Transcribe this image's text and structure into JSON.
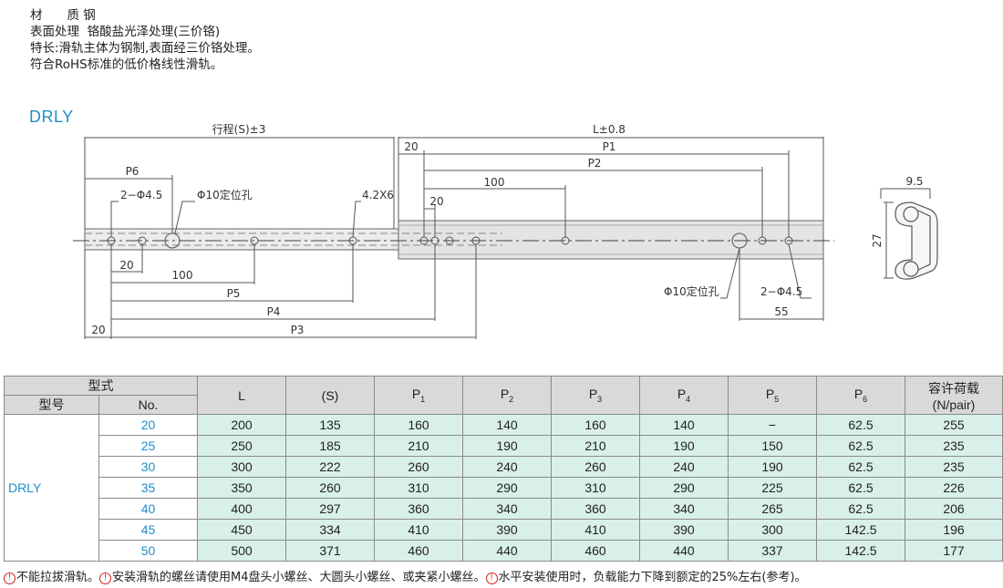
{
  "spec": {
    "material_label": "材　　质",
    "material_value": "钢",
    "surface_label": "表面处理",
    "surface_value": "铬酸盐光泽处理(三价铬)",
    "feature_text": "特长:滑轨主体为钢制,表面经三价铬处理。符合RoHS标准的低价格线性滑轨。"
  },
  "product_title": "DRLY",
  "drawing": {
    "stroke_label": "行程(S)±3",
    "L_label": "L±0.8",
    "d20_top": "20",
    "P1": "P1",
    "P2": "P2",
    "d100_top": "100",
    "d20_inner": "20",
    "P6": "P6",
    "hole_2phi_left": "2−Φ4.5",
    "hole_phi10_left": "Φ10定位孔",
    "hole_slot": "4.2X6",
    "d20_bottom": "20",
    "d100_bottom": "100",
    "P5": "P5",
    "P4": "P4",
    "P3": "P3",
    "d20_left": "20",
    "hole_phi10_right": "Φ10定位孔",
    "hole_2phi_right": "2−Φ4.5",
    "d55": "55",
    "section_width": "9.5",
    "section_height": "27"
  },
  "table": {
    "header_type": "型式",
    "header_model": "型号",
    "header_no": "No.",
    "columns": [
      "L",
      "(S)",
      "P",
      "P",
      "P",
      "P",
      "P",
      "P"
    ],
    "column_subs": [
      "",
      "",
      "1",
      "2",
      "3",
      "4",
      "5",
      "6"
    ],
    "load_header_1": "容许荷载",
    "load_header_2": "(N/pair)",
    "model": "DRLY",
    "rows": [
      {
        "no": "20",
        "L": "200",
        "S": "135",
        "P1": "160",
        "P2": "140",
        "P3": "160",
        "P4": "140",
        "P5": "−",
        "P6": "62.5",
        "load": "255"
      },
      {
        "no": "25",
        "L": "250",
        "S": "185",
        "P1": "210",
        "P2": "190",
        "P3": "210",
        "P4": "190",
        "P5": "150",
        "P6": "62.5",
        "load": "235"
      },
      {
        "no": "30",
        "L": "300",
        "S": "222",
        "P1": "260",
        "P2": "240",
        "P3": "260",
        "P4": "240",
        "P5": "190",
        "P6": "62.5",
        "load": "235"
      },
      {
        "no": "35",
        "L": "350",
        "S": "260",
        "P1": "310",
        "P2": "290",
        "P3": "310",
        "P4": "290",
        "P5": "225",
        "P6": "62.5",
        "load": "226"
      },
      {
        "no": "40",
        "L": "400",
        "S": "297",
        "P1": "360",
        "P2": "340",
        "P3": "360",
        "P4": "340",
        "P5": "265",
        "P6": "62.5",
        "load": "206"
      },
      {
        "no": "45",
        "L": "450",
        "S": "334",
        "P1": "410",
        "P2": "390",
        "P3": "410",
        "P4": "390",
        "P5": "300",
        "P6": "142.5",
        "load": "196"
      },
      {
        "no": "50",
        "L": "500",
        "S": "371",
        "P1": "460",
        "P2": "440",
        "P3": "460",
        "P4": "440",
        "P5": "337",
        "P6": "142.5",
        "load": "177"
      }
    ]
  },
  "notes": {
    "icon": "!",
    "n1": "不能拉拔滑轨。",
    "n2": "安装滑轨的螺丝请使用M4盘头小螺丝、大圆头小螺丝、或夹紧小螺丝。",
    "n3": "水平安装使用时，负载能力下降到额定的25%左右(参考)。"
  },
  "colors": {
    "accent": "#1f8fc8",
    "cell_fill": "#d9f0ea",
    "header_fill": "#d9d9d9",
    "warning": "#d62020"
  }
}
